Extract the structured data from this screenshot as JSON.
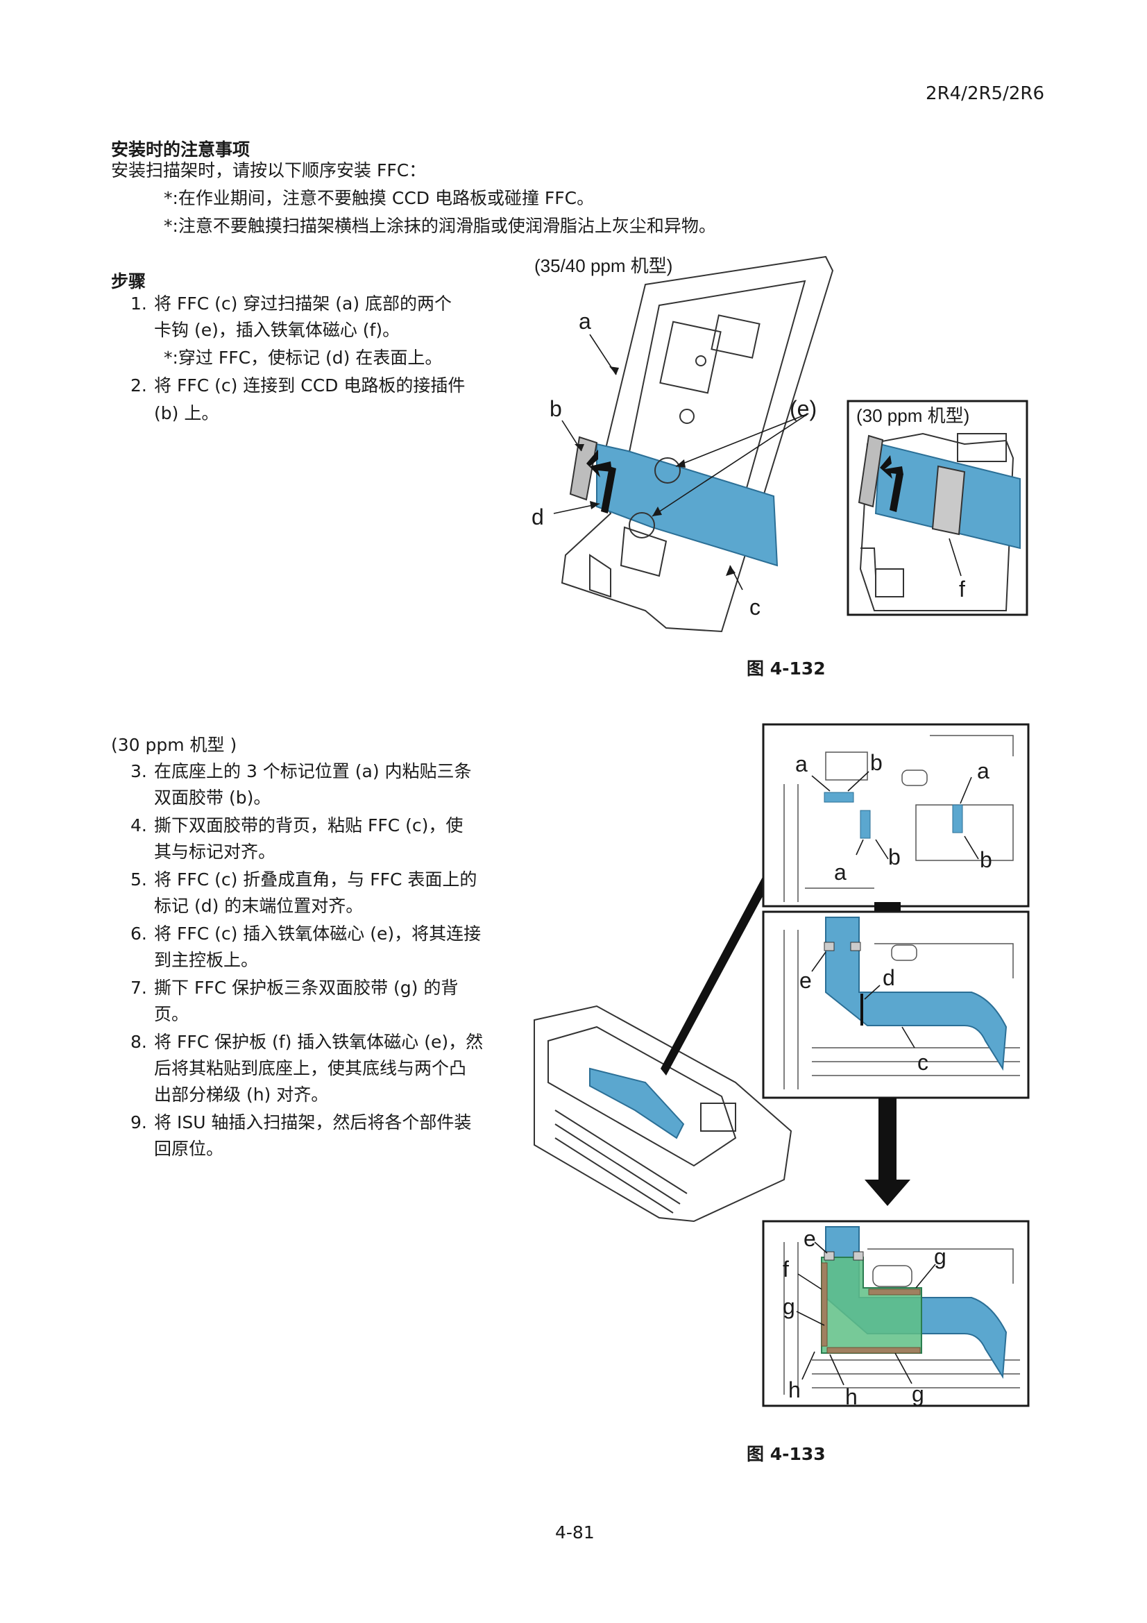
{
  "header": {
    "model": "2R4/2R5/2R6"
  },
  "section": {
    "title": "安装时的注意事项",
    "intro": "安装扫描架时，请按以下顺序安装 FFC：",
    "notes": [
      "*:在作业期间，注意不要触摸 CCD 电路板或碰撞 FFC。",
      "*:注意不要触摸扫描架横档上涂抹的润滑脂或使润滑脂沾上灰尘和异物。"
    ]
  },
  "procedure": {
    "title": "步骤",
    "steps_a": [
      {
        "n": "1.",
        "lines": [
          "将 FFC (c) 穿过扫描架 (a) 底部的两个",
          "卡钩 (e)，插入铁氧体磁心 (f)。"
        ]
      },
      {
        "note": "*:穿过 FFC，使标记 (d) 在表面上。"
      },
      {
        "n": "2.",
        "lines": [
          "将 FFC (c) 连接到 CCD 电路板的接插件",
          "(b) 上。"
        ]
      }
    ],
    "model_b": "(30 ppm 机型 )",
    "steps_b": [
      {
        "n": "3.",
        "lines": [
          "在底座上的 3 个标记位置 (a) 内粘贴三条",
          "双面胶带 (b)。"
        ]
      },
      {
        "n": "4.",
        "lines": [
          "撕下双面胶带的背页，粘贴 FFC (c)，使",
          "其与标记对齐。"
        ]
      },
      {
        "n": "5.",
        "lines": [
          "将 FFC (c) 折叠成直角，与 FFC 表面上的",
          "标记 (d) 的末端位置对齐。"
        ]
      },
      {
        "n": "6.",
        "lines": [
          "将 FFC (c) 插入铁氧体磁心 (e)，将其连接",
          "到主控板上。"
        ]
      },
      {
        "n": "7.",
        "lines": [
          "撕下 FFC 保护板三条双面胶带 (g) 的背",
          "页。"
        ]
      },
      {
        "n": "8.",
        "lines": [
          "将 FFC 保护板 (f) 插入铁氧体磁心 (e)，然",
          "后将其粘贴到底座上，使其底线与两个凸",
          "出部分梯级 (h) 对齐。"
        ]
      },
      {
        "n": "9.",
        "lines": [
          "将 ISU 轴插入扫描架，然后将各个部件装",
          "回原位。"
        ]
      }
    ]
  },
  "figure1": {
    "model_main": "(35/40 ppm 机型)",
    "model_inset": "(30 ppm 机型)",
    "labels": {
      "a": "a",
      "b": "b",
      "c": "c",
      "d": "d",
      "e": "(e)",
      "f": "f"
    },
    "caption": "图 4-132"
  },
  "figure2": {
    "panel1": {
      "a1": "a",
      "b1": "b",
      "a2": "a",
      "b2": "b",
      "b3": "b",
      "a3": "a"
    },
    "panel2": {
      "e": "e",
      "d": "d",
      "c": "c"
    },
    "panel3": {
      "e": "e",
      "f": "f",
      "g1": "g",
      "g2": "g",
      "g3": "g",
      "h1": "h",
      "h2": "h"
    },
    "caption": "图 4-133"
  },
  "footer": {
    "page": "4-81"
  },
  "colors": {
    "ffc_blue": "#5ba7cf",
    "protect_green": "#5fbf86",
    "text": "#1a1a1a"
  }
}
